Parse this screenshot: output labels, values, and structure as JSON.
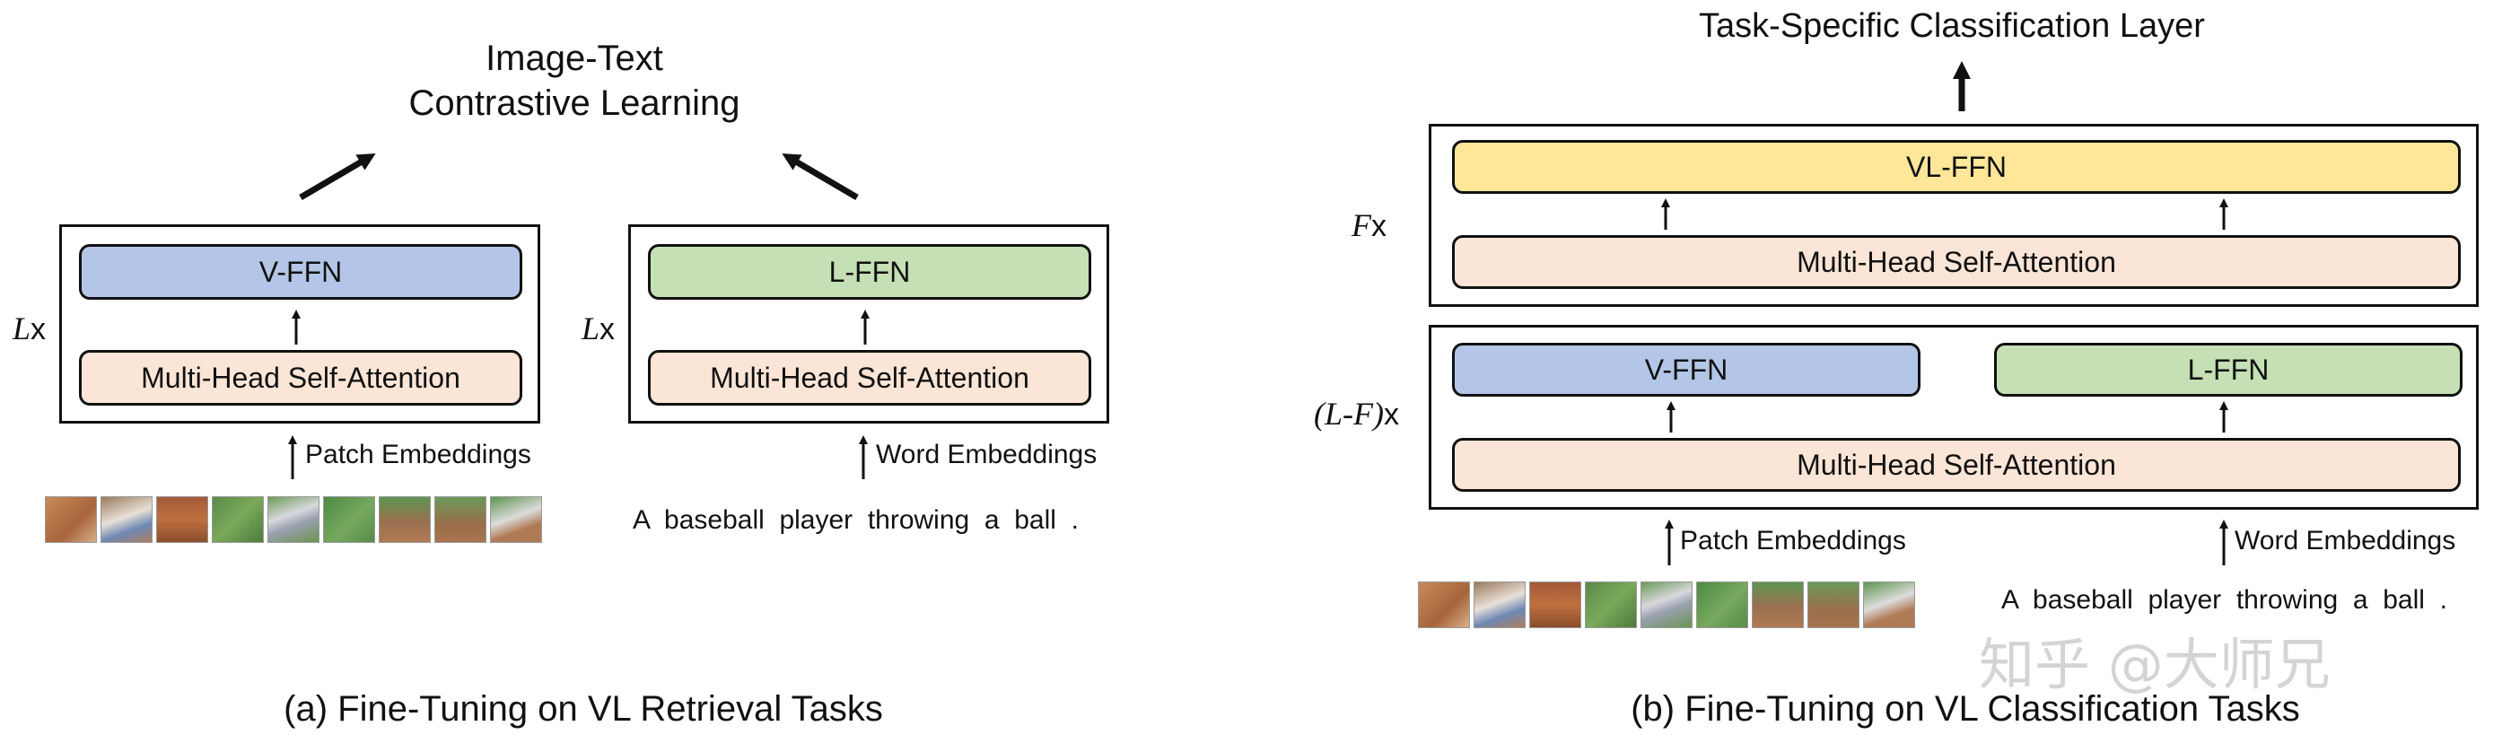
{
  "panel_a": {
    "caption": "(a) Fine-Tuning on VL Retrieval Tasks",
    "objective_line1": "Image-Text",
    "objective_line2": "Contrastive Learning",
    "vision_tower": {
      "repeat_var": "L",
      "repeat_suffix": "x",
      "ffn_label": "V-FFN",
      "attention_label": "Multi-Head Self-Attention",
      "input_label": "Patch Embeddings"
    },
    "language_tower": {
      "repeat_var": "L",
      "repeat_suffix": "x",
      "ffn_label": "L-FFN",
      "attention_label": "Multi-Head Self-Attention",
      "input_label": "Word Embeddings"
    },
    "sentence": "A  baseball  player  throwing  a  ball  ."
  },
  "panel_b": {
    "caption": "(b) Fine-Tuning on VL Classification Tasks",
    "head_label": "Task-Specific Classification Layer",
    "fusion_block": {
      "repeat_var": "F",
      "repeat_suffix": "x",
      "ffn_label": "VL-FFN",
      "attention_label": "Multi-Head Self-Attention"
    },
    "modality_block": {
      "repeat_var": "(L-F)",
      "repeat_suffix": "x",
      "vision_ffn_label": "V-FFN",
      "language_ffn_label": "L-FFN",
      "attention_label": "Multi-Head Self-Attention"
    },
    "image_input_label": "Patch Embeddings",
    "text_input_label": "Word Embeddings",
    "sentence": "A  baseball  player  throwing  a  ball  ."
  },
  "watermark": "知乎 @大师兄",
  "colors": {
    "v_ffn": "#b4c6e7",
    "l_ffn": "#c5e0b4",
    "vl_ffn": "#ffe699",
    "attention": "#fbe5d6"
  },
  "icons": [
    "arrow-up-icon",
    "diagonal-arrow-icon",
    "image-patch-icon"
  ]
}
